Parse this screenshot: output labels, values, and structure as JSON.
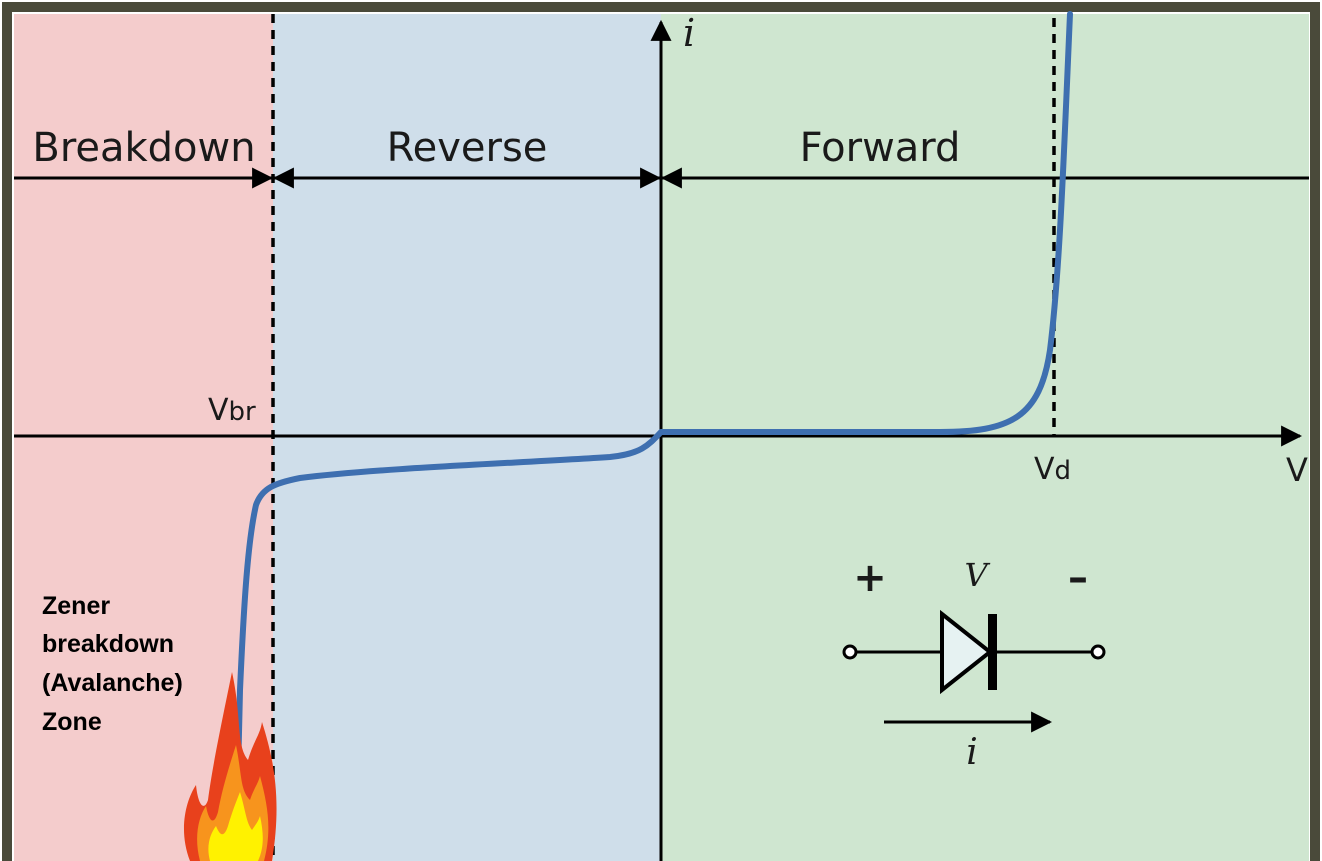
{
  "regions": {
    "breakdown": "Breakdown",
    "reverse": "Reverse",
    "forward": "Forward"
  },
  "axes": {
    "current_label": "i",
    "voltage_label": "V"
  },
  "markers": {
    "vbr_main": "V",
    "vbr_sub": "br",
    "vd_main": "V",
    "vd_sub": "d"
  },
  "diode_symbol": {
    "plus": "+",
    "minus": "–",
    "voltage": "V",
    "current": "i"
  },
  "zone_note": {
    "lines": [
      "Zener",
      "breakdown",
      "(Avalanche)",
      "Zone"
    ]
  },
  "icons": {
    "fire": "fire-icon",
    "diode": "diode-icon"
  },
  "colors": {
    "breakdown_bg": "#f4cccc",
    "reverse_bg": "#cfdeea",
    "forward_bg": "#cfe6d0",
    "curve": "#3e6fb0",
    "frame": "#4a4a3a"
  }
}
